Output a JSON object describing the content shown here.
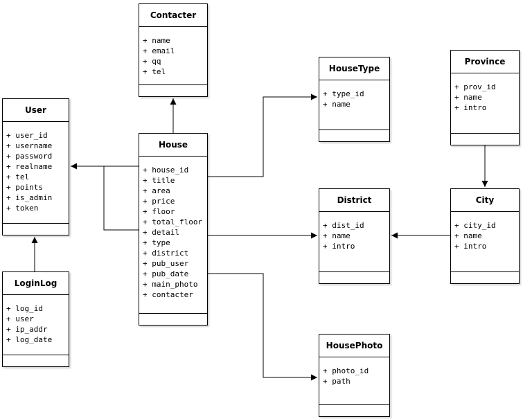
{
  "diagram": {
    "type": "uml-class-diagram",
    "classes": [
      {
        "name": "Contacter",
        "attributes": [
          "+ name",
          "+ email",
          "+ qq",
          "+ tel"
        ]
      },
      {
        "name": "User",
        "attributes": [
          "+ user_id",
          "+ username",
          "+ password",
          "+ realname",
          "+ tel",
          "+ points",
          "+ is_admin",
          "+ token"
        ]
      },
      {
        "name": "House",
        "attributes": [
          "+ house_id",
          "+ title",
          "+ area",
          "+ price",
          "+ floor",
          "+ total_floor",
          "+ detail",
          "+ type",
          "+ district",
          "+ pub_user",
          "+ pub_date",
          "+ main_photo",
          "+ contacter"
        ]
      },
      {
        "name": "HouseType",
        "attributes": [
          "+ type_id",
          "+ name"
        ]
      },
      {
        "name": "Province",
        "attributes": [
          "+ prov_id",
          "+ name",
          "+ intro"
        ]
      },
      {
        "name": "District",
        "attributes": [
          "+ dist_id",
          "+ name",
          "+ intro"
        ]
      },
      {
        "name": "City",
        "attributes": [
          "+ city_id",
          "+ name",
          "+ intro"
        ]
      },
      {
        "name": "LoginLog",
        "attributes": [
          "+ log_id",
          "+ user",
          "+ ip_addr",
          "+ log_date"
        ]
      },
      {
        "name": "HousePhoto",
        "attributes": [
          "+ photo_id",
          "+ path"
        ]
      }
    ],
    "relations": [
      {
        "from": "House",
        "to": "Contacter"
      },
      {
        "from": "House",
        "to": "User"
      },
      {
        "from": "House",
        "to": "HouseType"
      },
      {
        "from": "House",
        "to": "District"
      },
      {
        "from": "House",
        "to": "HousePhoto"
      },
      {
        "from": "LoginLog",
        "to": "User"
      },
      {
        "from": "Province",
        "to": "City"
      },
      {
        "from": "City",
        "to": "District"
      }
    ],
    "colors": {
      "box_fill": "#ffffff",
      "box_border": "#000000",
      "line": "#000000",
      "text": "#000000"
    }
  }
}
